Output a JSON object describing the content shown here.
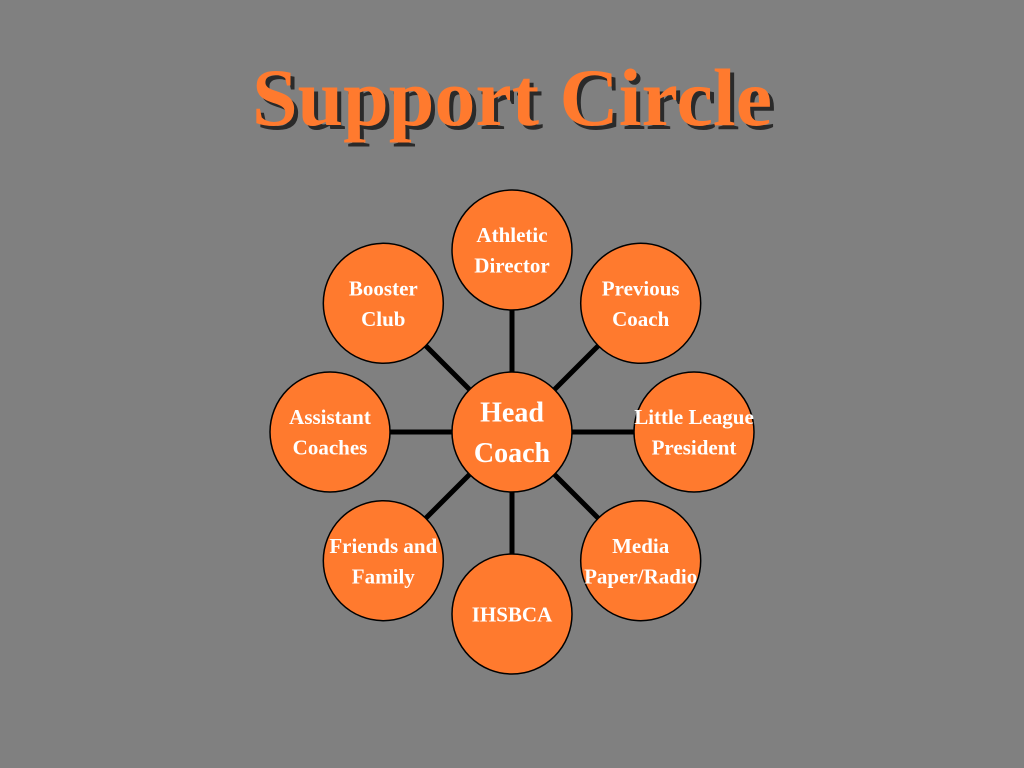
{
  "title": "Support Circle",
  "colors": {
    "background": "#808080",
    "accent": "#ff7a2e",
    "node_fill": "#ff7a2e",
    "node_stroke": "#000000",
    "connector": "#000000",
    "text": "#ffffff"
  },
  "center": {
    "lines": [
      "Head",
      "Coach"
    ]
  },
  "nodes": [
    {
      "id": "athletic-director",
      "lines": [
        "Athletic",
        "Director"
      ]
    },
    {
      "id": "previous-coach",
      "lines": [
        "Previous",
        "Coach"
      ]
    },
    {
      "id": "little-league-president",
      "lines": [
        "Little League",
        "President"
      ]
    },
    {
      "id": "media",
      "lines": [
        "Media",
        "Paper/Radio"
      ]
    },
    {
      "id": "ihsbca",
      "lines": [
        "IHSBCA"
      ]
    },
    {
      "id": "friends-family",
      "lines": [
        "Friends and",
        "Family"
      ]
    },
    {
      "id": "assistant-coaches",
      "lines": [
        "Assistant",
        "Coaches"
      ]
    },
    {
      "id": "booster-club",
      "lines": [
        "Booster",
        "Club"
      ]
    }
  ]
}
